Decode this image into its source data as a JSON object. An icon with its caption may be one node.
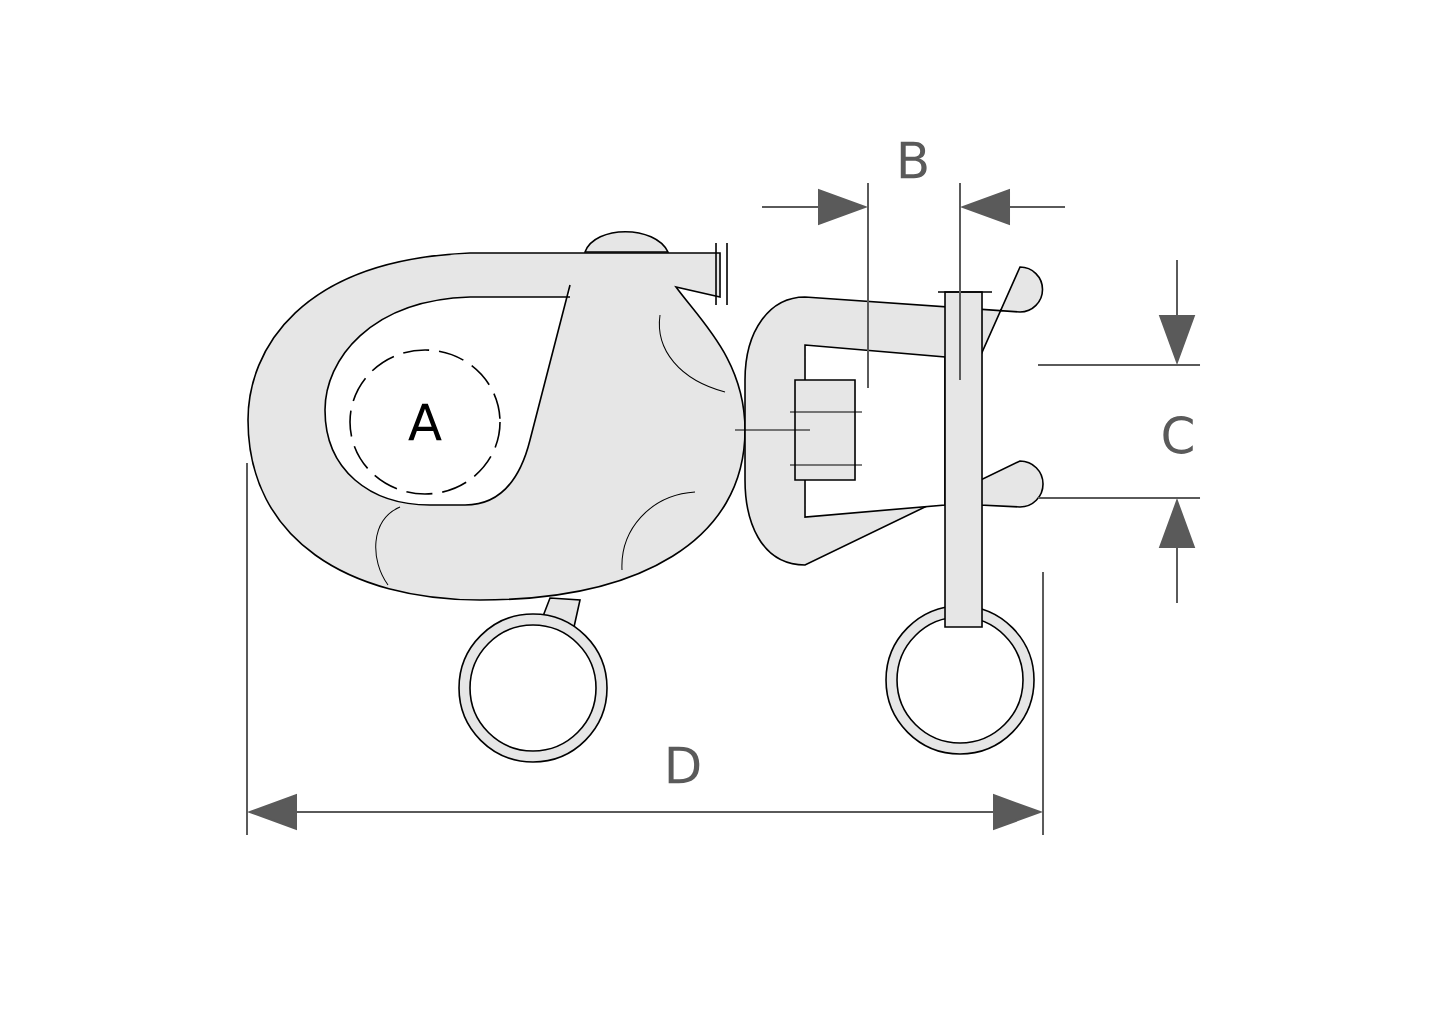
{
  "diagram": {
    "labels": [
      "B",
      "A",
      "C",
      "D"
    ]
  }
}
